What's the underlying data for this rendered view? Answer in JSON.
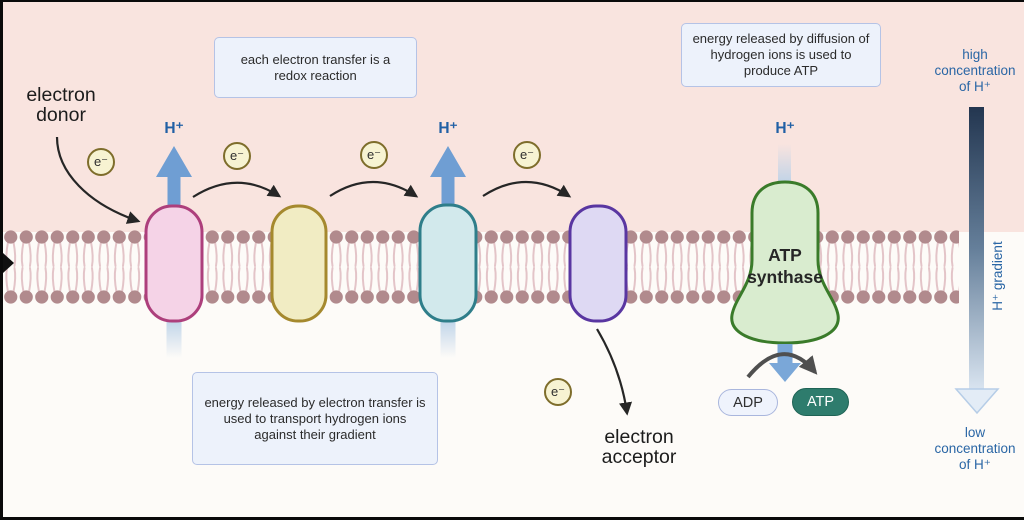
{
  "labels": {
    "electron_donor": "electron\ndonor",
    "electron_acceptor": "electron\nacceptor",
    "atp_synthase": "ATP\nsynthase",
    "proton": "H⁺",
    "electron": "e⁻",
    "adp": "ADP",
    "atp": "ATP"
  },
  "callouts": {
    "redox": "each electron transfer is a redox reaction",
    "transport_energy": "energy released by electron transfer is used to transport hydrogen ions against their gradient",
    "atp_energy": "energy released by diffusion of hydrogen ions is used to produce ATP"
  },
  "gradient_scale": {
    "high": "high\nconcentration\nof H⁺",
    "low": "low\nconcentration\nof H⁺",
    "axis": "H⁺ gradient"
  },
  "colors": {
    "background_outside": "#f9e4df",
    "background_inside": "#fdfbf8",
    "proton_text_blue": "#2a66a5",
    "pump_arrow_blue": "#6f9ed3",
    "membrane_head": "#b18a8d",
    "membrane_tail": "#e3c4c8",
    "protein_pink": "#f5d3e7",
    "protein_yellow": "#f1ecc3",
    "protein_teal": "#d2e9ec",
    "protein_purple": "#ded9f3",
    "atp_synthase_green": "#d9eccf",
    "atp_pill_green": "#2e7c6d"
  }
}
